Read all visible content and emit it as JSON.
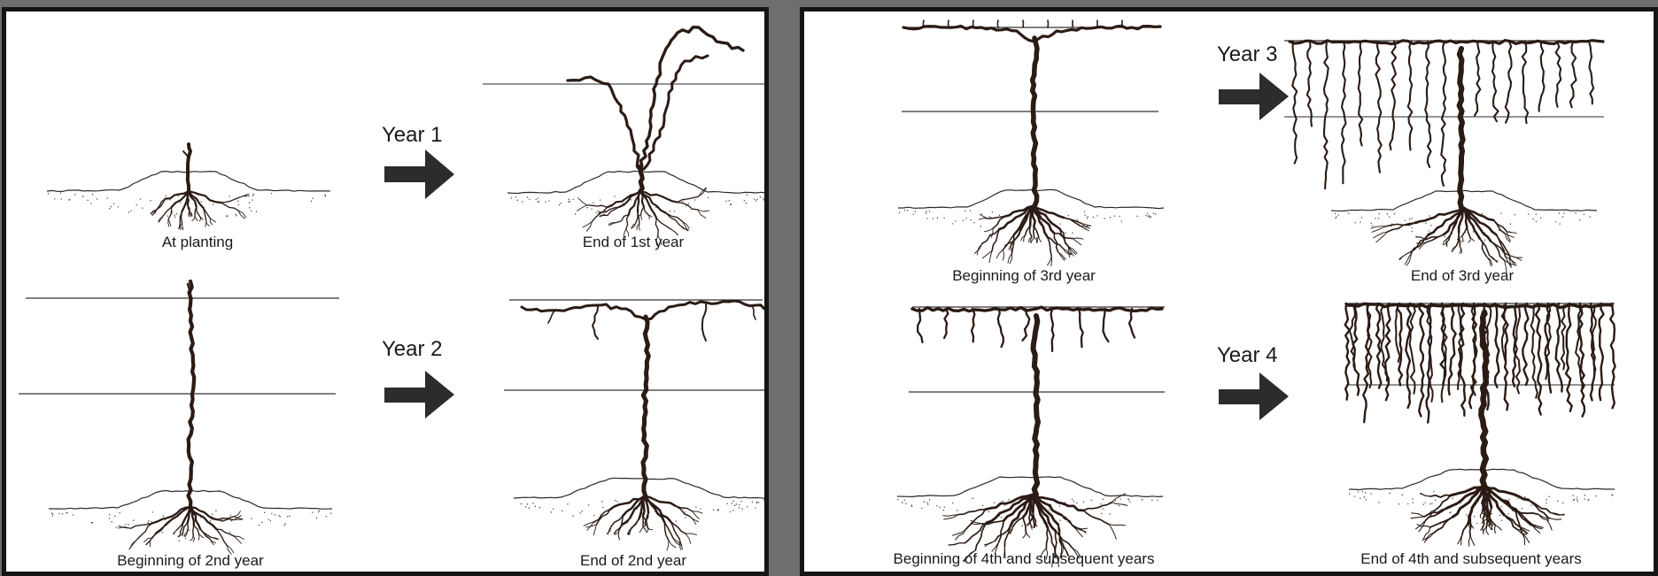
{
  "colors": {
    "vine": "#2b1b14",
    "ink": "#1a1a1a",
    "panel": "#ffffff",
    "frame": "#151515",
    "background": "#6e6e6e"
  },
  "left_panel": {
    "stages": [
      {
        "caption": "At planting"
      },
      {
        "caption": "End of 1st year"
      },
      {
        "caption": "Beginning of 2nd year"
      },
      {
        "caption": "End of 2nd year"
      }
    ],
    "arrows": [
      {
        "label": "Year 1"
      },
      {
        "label": "Year 2"
      }
    ]
  },
  "right_panel": {
    "stages": [
      {
        "caption": "Beginning of 3rd year"
      },
      {
        "caption": "End of 3rd year"
      },
      {
        "caption": "Beginning of 4th and subsequent years"
      },
      {
        "caption": "End of 4th and subsequent years"
      }
    ],
    "arrows": [
      {
        "label": "Year 3"
      },
      {
        "label": "Year 4"
      }
    ]
  }
}
